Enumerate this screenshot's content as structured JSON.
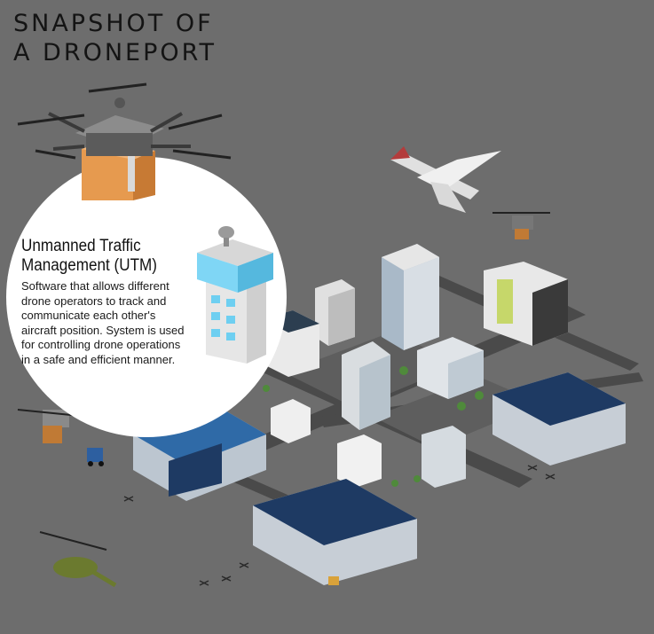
{
  "title": {
    "line1": "SNAPSHOT OF",
    "line2": "A DRONEPORT"
  },
  "callout": {
    "heading_line1": "Unmanned Traffic",
    "heading_line2": "Management (UTM)",
    "body": "Software that allows different drone operators to track and communicate each other's aircraft position. System is used for controlling drone operations in a safe and efficient manner."
  },
  "colors": {
    "background": "#6d6d6d",
    "highlight_circle": "#ffffff",
    "road": "#4a4a4a",
    "hangar_roof": "#1e3a63",
    "tower_glass": "#7fd6f5",
    "package": "#e08a3c"
  }
}
